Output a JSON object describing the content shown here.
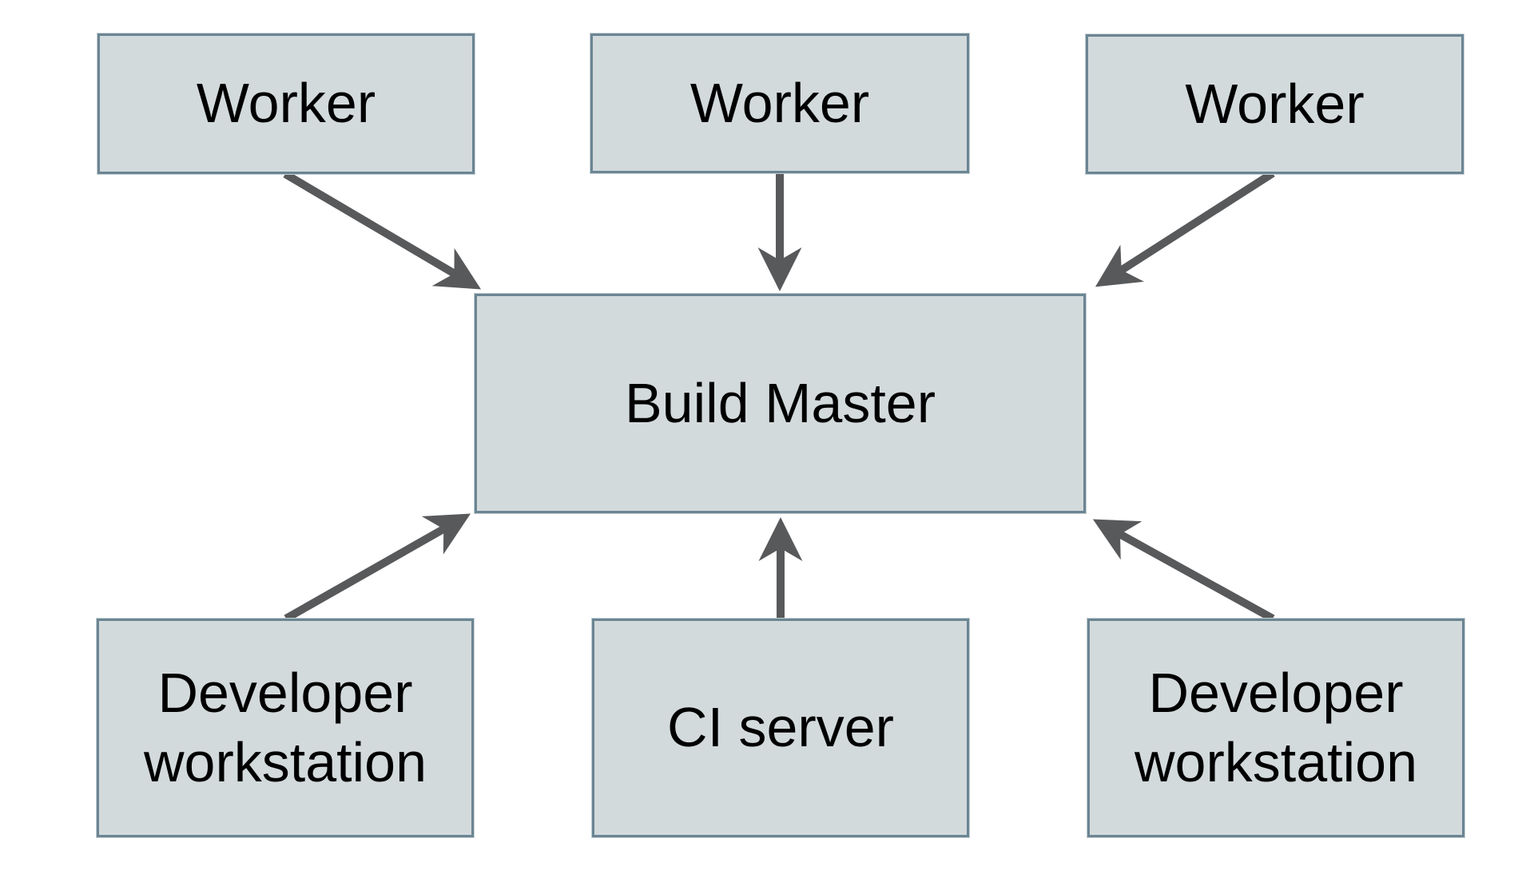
{
  "diagram": {
    "nodes": {
      "worker_1": {
        "label": "Worker"
      },
      "worker_2": {
        "label": "Worker"
      },
      "worker_3": {
        "label": "Worker"
      },
      "build_master": {
        "label": "Build Master"
      },
      "developer_workstation_1": {
        "label": "Developer workstation"
      },
      "ci_server": {
        "label": "CI server"
      },
      "developer_workstation_2": {
        "label": "Developer workstation"
      }
    },
    "edges": [
      {
        "from": "worker_1",
        "to": "build_master"
      },
      {
        "from": "worker_2",
        "to": "build_master"
      },
      {
        "from": "worker_3",
        "to": "build_master"
      },
      {
        "from": "developer_workstation_1",
        "to": "build_master"
      },
      {
        "from": "ci_server",
        "to": "build_master"
      },
      {
        "from": "developer_workstation_2",
        "to": "build_master"
      }
    ],
    "colors": {
      "background": "#ffffff",
      "box_fill": "#d3dadc",
      "box_border": "#6b8593",
      "arrow": "#58595b",
      "text": "#000000"
    }
  }
}
